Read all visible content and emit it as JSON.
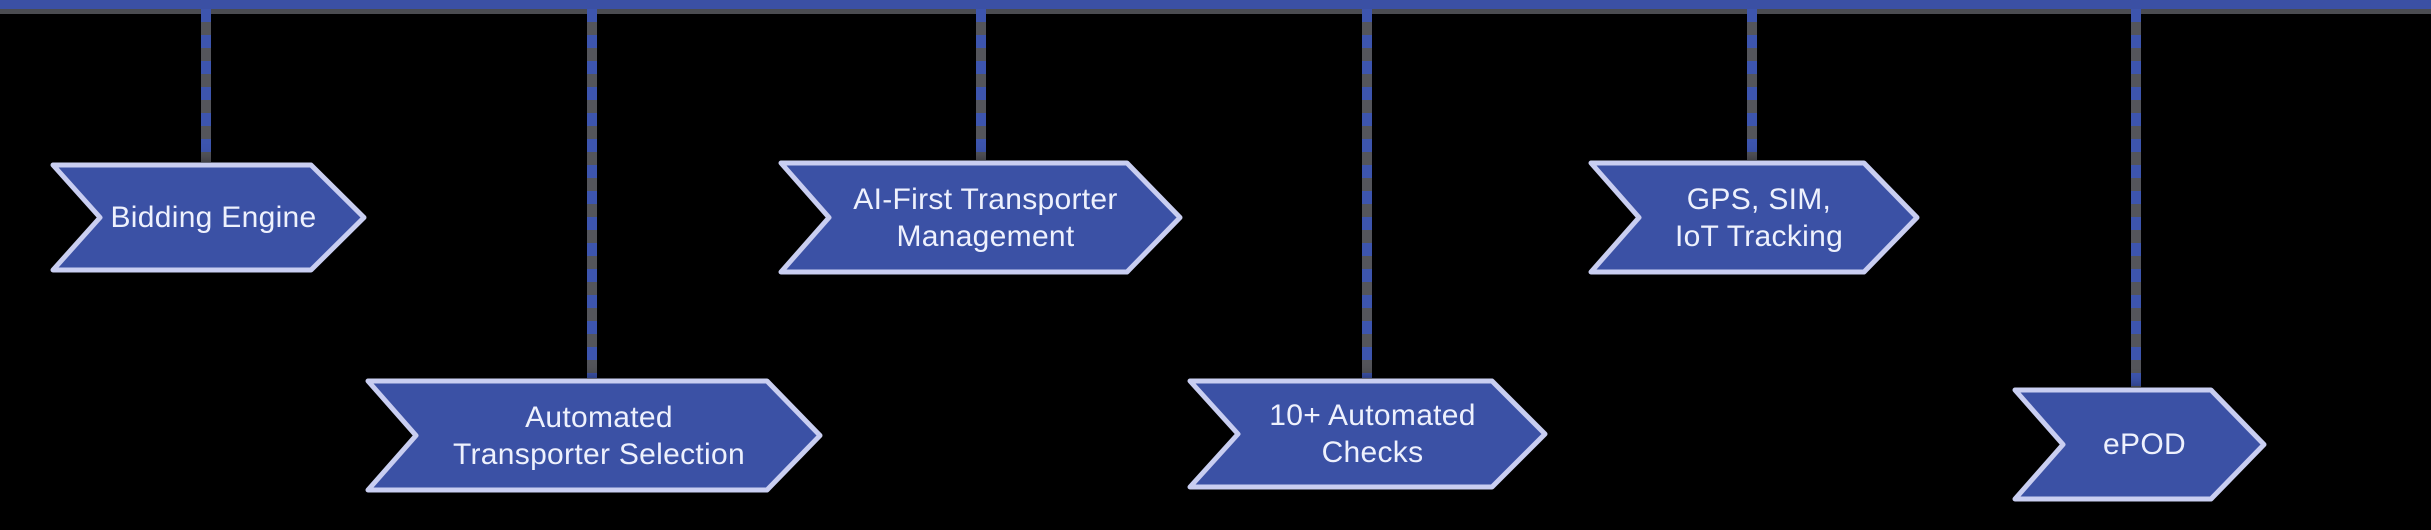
{
  "diagram": {
    "background": "#000000",
    "timeline_bar_color": "#3b50a4",
    "timeline_bar_shadow_color": "#4b4c51",
    "connector_dash_blue": "#3d55ae",
    "connector_dash_gray": "#54555b",
    "arrow_fill": "#3b51a5",
    "arrow_border": "#c9cef1",
    "label_color": "#eef1fd",
    "items": [
      {
        "id": "bidding-engine",
        "label": "Bidding Engine",
        "lines": [
          "Bidding Engine"
        ]
      },
      {
        "id": "automated-transporter-selection",
        "label": "Automated Transporter Selection",
        "lines": [
          "Automated",
          "Transporter Selection"
        ]
      },
      {
        "id": "ai-first-transporter-management",
        "label": "AI-First Transporter Management",
        "lines": [
          "AI-First Transporter",
          "Management"
        ]
      },
      {
        "id": "ten-plus-automated-checks",
        "label": "10+ Automated Checks",
        "lines": [
          "10+ Automated",
          "Checks"
        ]
      },
      {
        "id": "gps-sim-iot-tracking",
        "label": "GPS, SIM, IoT Tracking",
        "lines": [
          "GPS, SIM,",
          "IoT Tracking"
        ]
      },
      {
        "id": "epod",
        "label": "ePOD",
        "lines": [
          "ePOD"
        ]
      }
    ]
  }
}
